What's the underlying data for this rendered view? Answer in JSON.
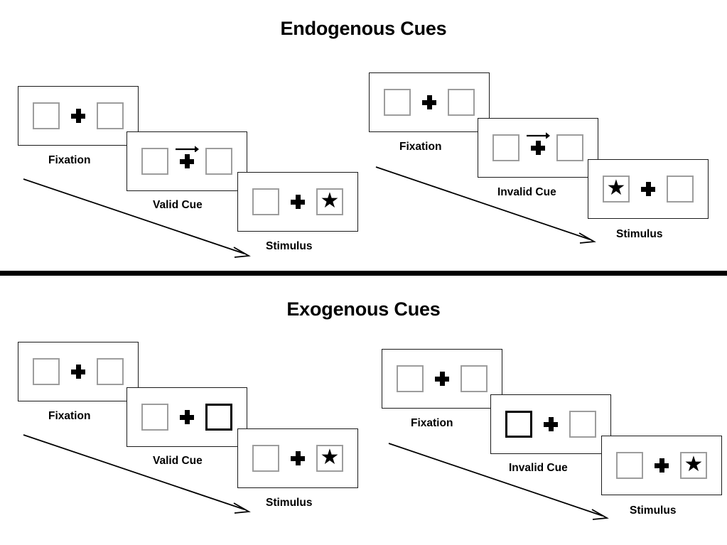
{
  "figure": {
    "divider_color": "#000000",
    "panel_border_color": "#1a1a1a",
    "box_border_color": "#9d9d9d",
    "cued_box_border_color": "#000000",
    "stimulus_glyph": "★",
    "fixation_glyph": "plus-sign",
    "cue_glyph": "right-arrow"
  },
  "sections": [
    {
      "id": "endogenous",
      "title": "Endogenous Cues",
      "sequences": [
        {
          "id": "endogenous-valid",
          "cue_type": "valid",
          "panels": [
            {
              "label": "Fixation",
              "kind": "fixation",
              "left_box": "empty",
              "right_box": "empty",
              "arrow_cue": false
            },
            {
              "label": "Valid Cue",
              "kind": "cue",
              "left_box": "empty",
              "right_box": "empty",
              "arrow_cue": true
            },
            {
              "label": "Stimulus",
              "kind": "stimulus",
              "left_box": "empty",
              "right_box": "star",
              "arrow_cue": false
            }
          ]
        },
        {
          "id": "endogenous-invalid",
          "cue_type": "invalid",
          "panels": [
            {
              "label": "Fixation",
              "kind": "fixation",
              "left_box": "empty",
              "right_box": "empty",
              "arrow_cue": false
            },
            {
              "label": "Invalid Cue",
              "kind": "cue",
              "left_box": "empty",
              "right_box": "empty",
              "arrow_cue": true
            },
            {
              "label": "Stimulus",
              "kind": "stimulus",
              "left_box": "star",
              "right_box": "empty",
              "arrow_cue": false
            }
          ]
        }
      ]
    },
    {
      "id": "exogenous",
      "title": "Exogenous Cues",
      "sequences": [
        {
          "id": "exogenous-valid",
          "cue_type": "valid",
          "panels": [
            {
              "label": "Fixation",
              "kind": "fixation",
              "left_box": "empty",
              "right_box": "empty",
              "arrow_cue": false
            },
            {
              "label": "Valid Cue",
              "kind": "cue",
              "left_box": "empty",
              "right_box": "cued",
              "arrow_cue": false
            },
            {
              "label": "Stimulus",
              "kind": "stimulus",
              "left_box": "empty",
              "right_box": "star",
              "arrow_cue": false
            }
          ]
        },
        {
          "id": "exogenous-invalid",
          "cue_type": "invalid",
          "panels": [
            {
              "label": "Fixation",
              "kind": "fixation",
              "left_box": "empty",
              "right_box": "empty",
              "arrow_cue": false
            },
            {
              "label": "Invalid Cue",
              "kind": "cue",
              "left_box": "cued",
              "right_box": "empty",
              "arrow_cue": false
            },
            {
              "label": "Stimulus",
              "kind": "stimulus",
              "left_box": "empty",
              "right_box": "star",
              "arrow_cue": false
            }
          ]
        }
      ]
    }
  ]
}
